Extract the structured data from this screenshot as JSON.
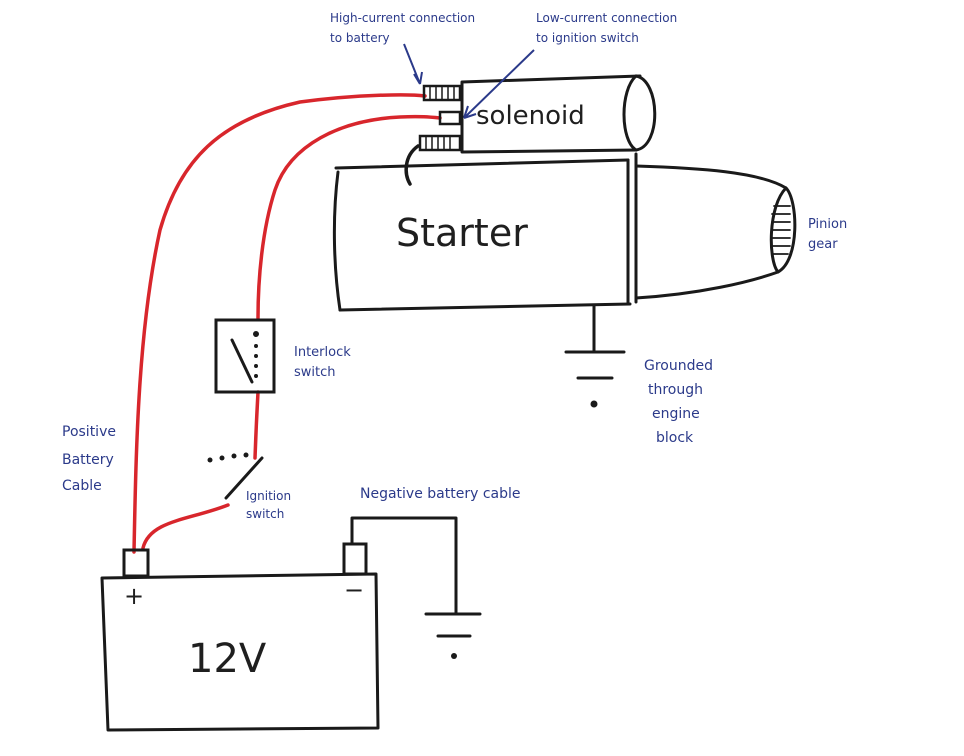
{
  "colors": {
    "wire": "#d8262c",
    "ink": "#1a1a1a",
    "annotation": "#2b3a8a"
  },
  "labels": {
    "high_current": [
      "High-current connection",
      "to battery"
    ],
    "low_current": [
      "Low-current connection",
      "to ignition switch"
    ],
    "solenoid": "solenoid",
    "starter": "Starter",
    "pinion": [
      "Pinion",
      "gear"
    ],
    "interlock": [
      "Interlock",
      "switch"
    ],
    "grounded": [
      "Grounded",
      "through",
      "engine",
      "block"
    ],
    "positive_cable": [
      "Positive",
      "Battery",
      "Cable"
    ],
    "ignition": [
      "Ignition",
      "switch"
    ],
    "negative_cable": "Negative battery cable",
    "battery_voltage": "12V",
    "plus": "+",
    "minus": "−"
  }
}
